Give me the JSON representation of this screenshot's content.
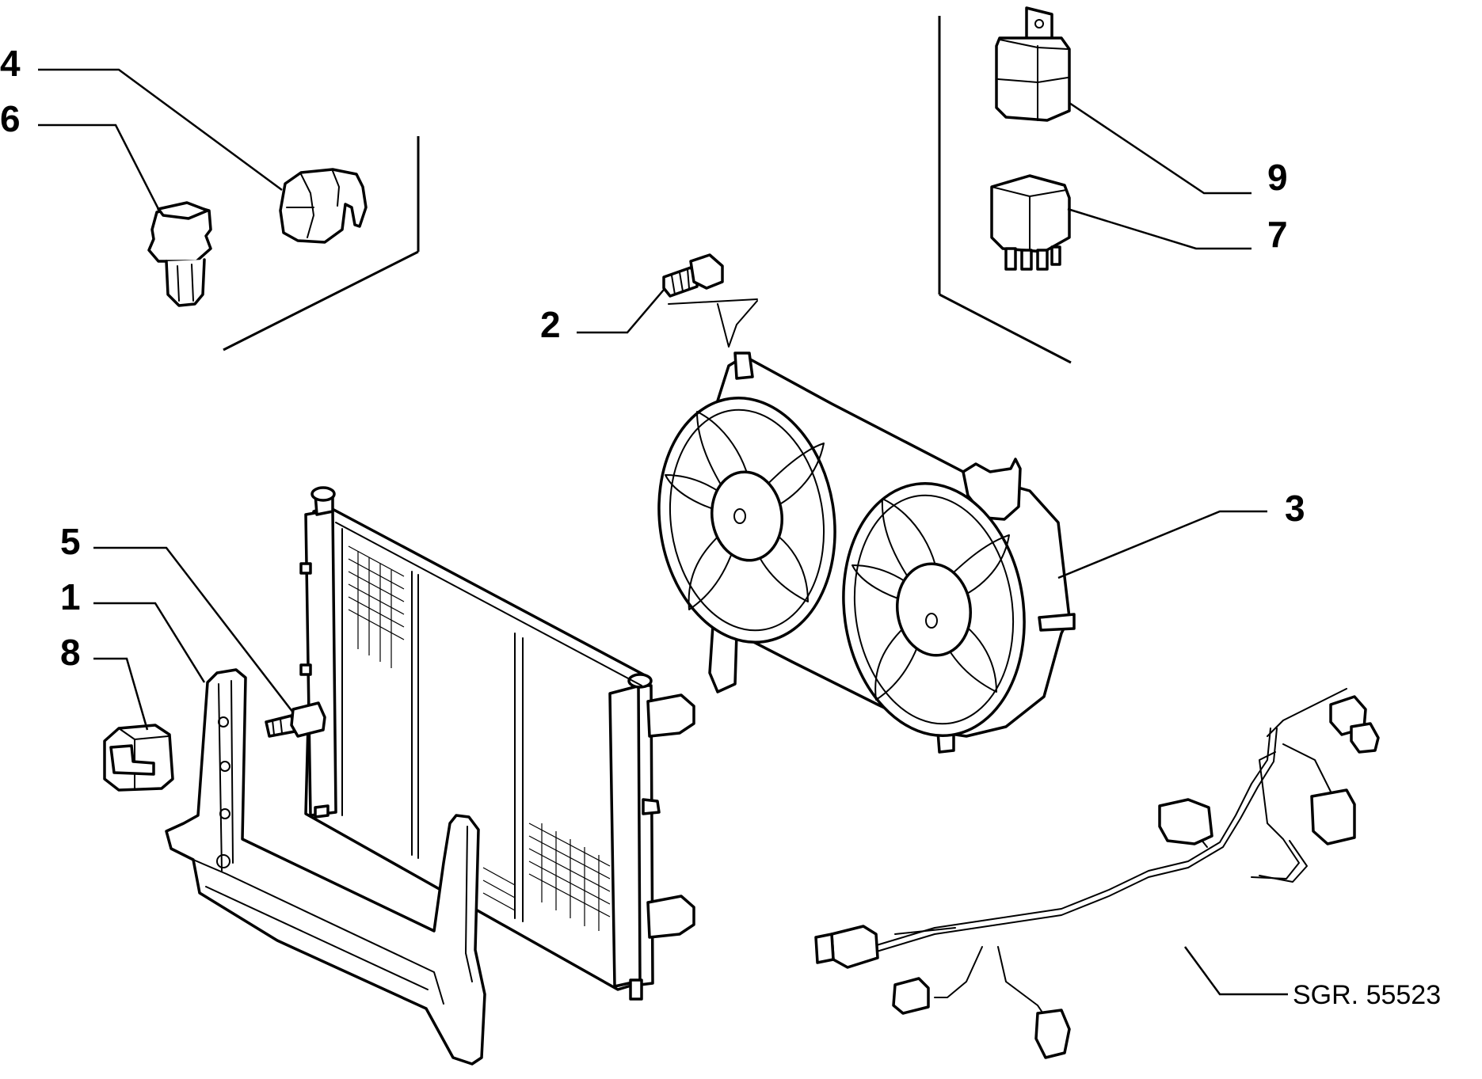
{
  "diagram": {
    "type": "exploded-parts-view",
    "reference_code": "SGR. 55523",
    "callouts": [
      {
        "id": "c1",
        "label": "1"
      },
      {
        "id": "c2",
        "label": "2"
      },
      {
        "id": "c3",
        "label": "3"
      },
      {
        "id": "c4",
        "label": "4"
      },
      {
        "id": "c5",
        "label": "5"
      },
      {
        "id": "c6",
        "label": "6"
      },
      {
        "id": "c7",
        "label": "7"
      },
      {
        "id": "c8",
        "label": "8"
      },
      {
        "id": "c9",
        "label": "9"
      }
    ]
  }
}
